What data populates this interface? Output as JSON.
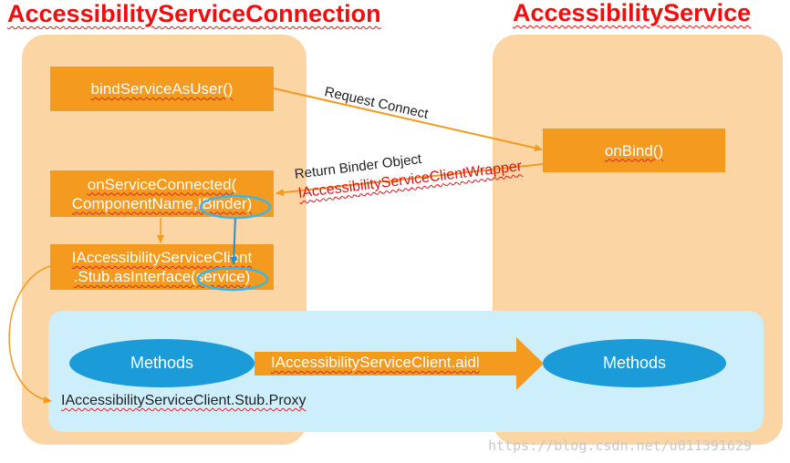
{
  "titles": {
    "left": "AccessibilityServiceConnection",
    "right": "AccessibilityService"
  },
  "boxes": {
    "bind_service": "bindServiceAsUser()",
    "on_bind": "onBind()",
    "on_service_connected_line1": "onServiceConnected(",
    "on_service_connected_line2": "ComponentName,IBinder)",
    "stub_line1": "IAccessibilityServiceClient",
    "stub_line2": ".Stub.asInterface(service)"
  },
  "arrows": {
    "request_connect": "Request Connect",
    "return_binder": "Return Binder Object",
    "wrapper": "IAccessibilityServiceClientWrapper",
    "aidl": "IAccessibilityServiceClient.aidl"
  },
  "methods": {
    "left": "Methods",
    "right": "Methods"
  },
  "proxy": "IAccessibilityServiceClient.Stub.Proxy",
  "watermark": "https://blog.csdn.net/u011391629",
  "colors": {
    "title": "#f20d0d",
    "panel": "#fcd5a5",
    "box": "#f39a1f",
    "band": "#cdeefb",
    "ellipse": "#1b9bd8",
    "highlight": "#3fb5e5"
  }
}
